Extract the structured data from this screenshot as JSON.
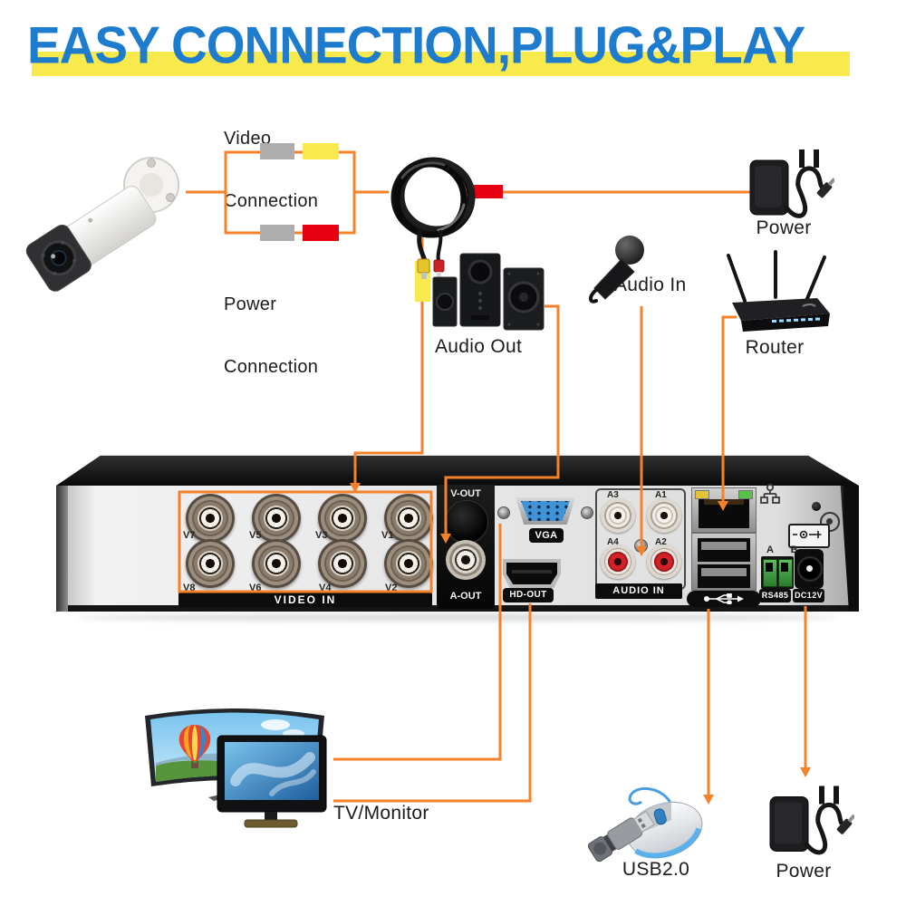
{
  "title": {
    "text": "EASY CONNECTION,PLUG&PLAY"
  },
  "colors": {
    "accent_orange": "#F5822B",
    "title_blue": "#1E7CCE",
    "highlight_yellow": "#F8EA4D",
    "connector_red": "#E60012",
    "connector_yellow": "#F8E94E",
    "connector_gray": "#ADADAD"
  },
  "connections": {
    "video": {
      "line1": "Video",
      "line2": "Connection"
    },
    "power": {
      "line1": "Power",
      "line2": "Connection"
    }
  },
  "devices": {
    "camera": "camera",
    "power_top": "Power",
    "audio_out": "Audio Out",
    "audio_in": "Audio In",
    "router": "Router",
    "tv_monitor": "TV/Monitor",
    "usb": "USB2.0",
    "power_bottom": "Power"
  },
  "dvr": {
    "video_in_label": "VIDEO IN",
    "video_ports": [
      "V7",
      "V5",
      "V3",
      "V1",
      "V8",
      "V6",
      "V4",
      "V2"
    ],
    "v_out": "V-OUT",
    "a_out": "A-OUT",
    "vga": "VGA",
    "hd_out": "HD-OUT",
    "audio_in_label": "AUDIO IN",
    "audio_ports": [
      "A3",
      "A1",
      "A4",
      "A2"
    ],
    "ab": "A B",
    "rs485": "RS485",
    "dc12v": "DC12V"
  }
}
